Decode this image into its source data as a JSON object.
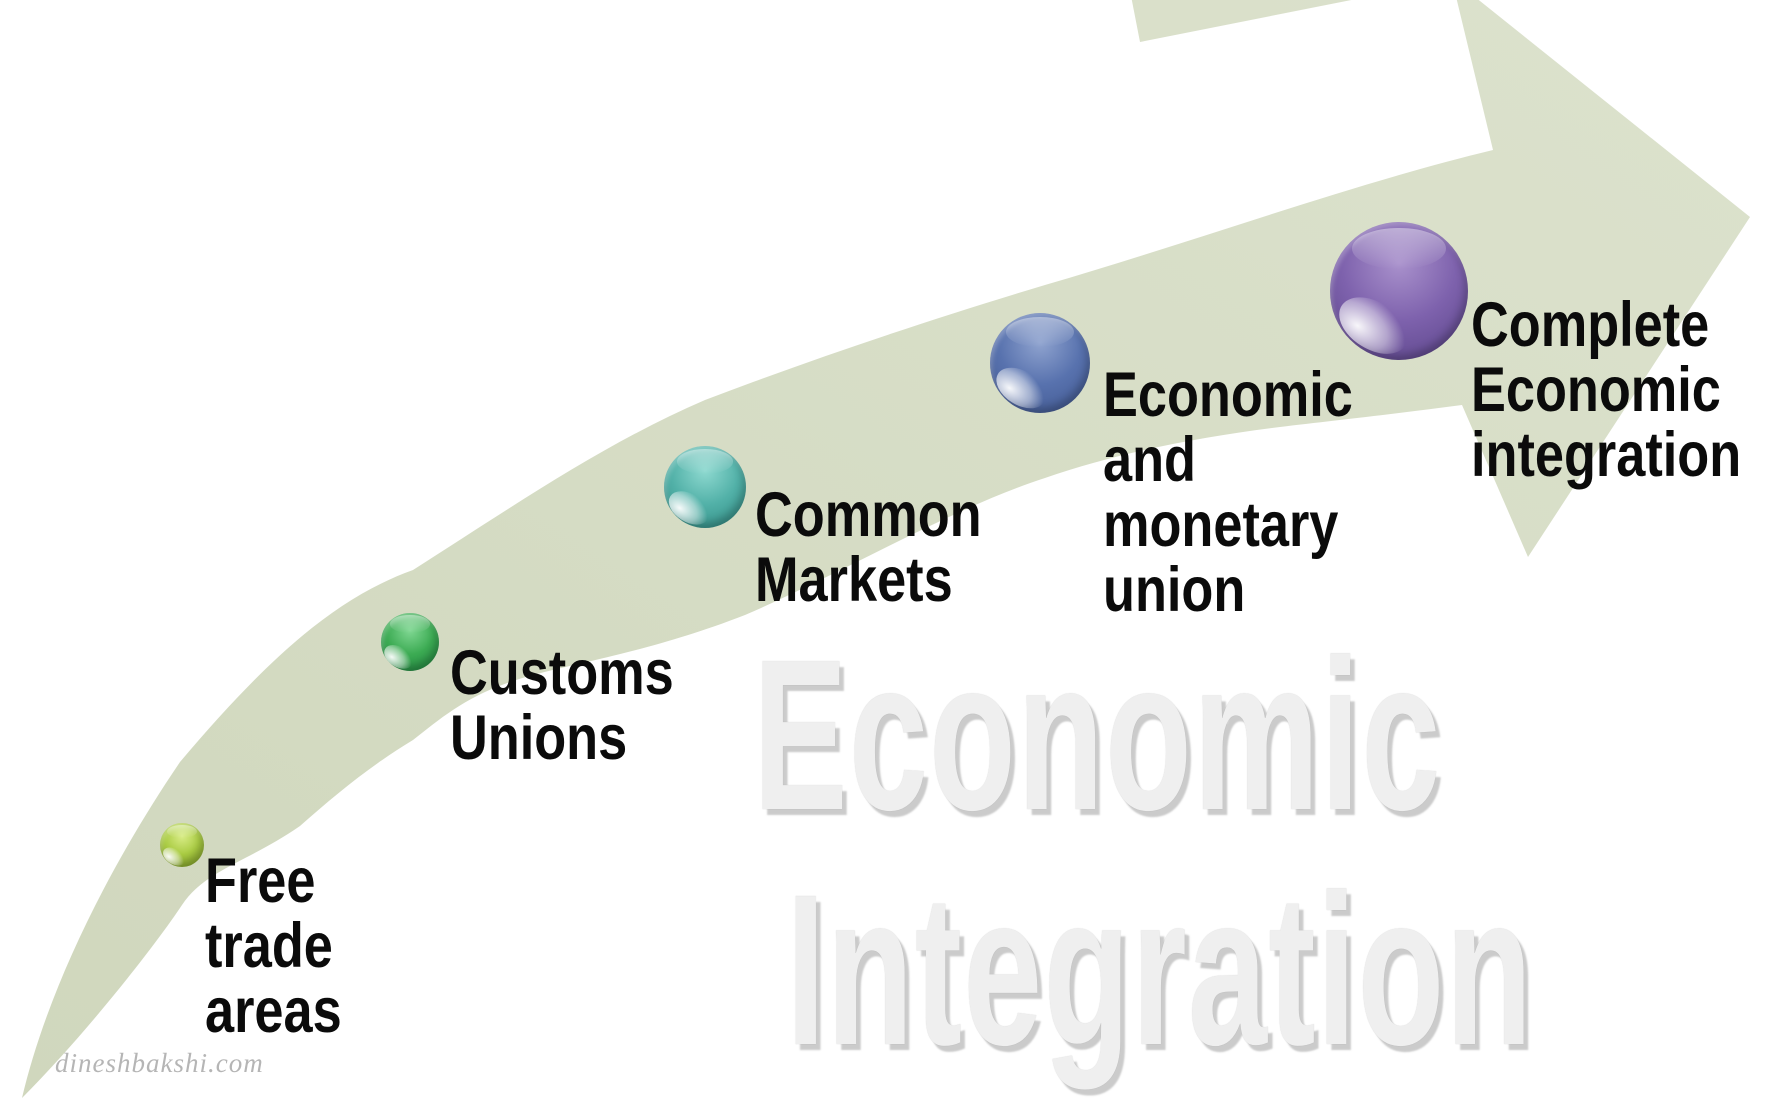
{
  "watermark": {
    "line1": "Economic",
    "line2": "Integration",
    "site": "dineshbakshi.com"
  },
  "colors": {
    "background": "#ffffff",
    "arrow_light": "#dce2cd",
    "arrow_dark": "#d0d7bd",
    "label_text": "#0b0b0b",
    "watermark_fill": "#efefef",
    "site_watermark": "#a9a9a9"
  },
  "stages": [
    {
      "label": "Free\ntrade\nareas",
      "marker": {
        "light": "#d8ec86",
        "main": "#a9cb42",
        "dark": "#7fa024"
      }
    },
    {
      "label": "Customs\nUnions",
      "marker": {
        "light": "#7fd792",
        "main": "#3cab53",
        "dark": "#1f8540"
      }
    },
    {
      "label": "Common\nMarkets",
      "marker": {
        "light": "#8ed9d0",
        "main": "#52b1a8",
        "dark": "#2d8880"
      }
    },
    {
      "label": "Economic\nand\nmonetary\nunion",
      "marker": {
        "light": "#8fa3cf",
        "main": "#5872ae",
        "dark": "#3f568e"
      }
    },
    {
      "label": "Complete\nEconomic\nintegration",
      "marker": {
        "light": "#a991cc",
        "main": "#7e62ad",
        "dark": "#584286"
      }
    }
  ]
}
